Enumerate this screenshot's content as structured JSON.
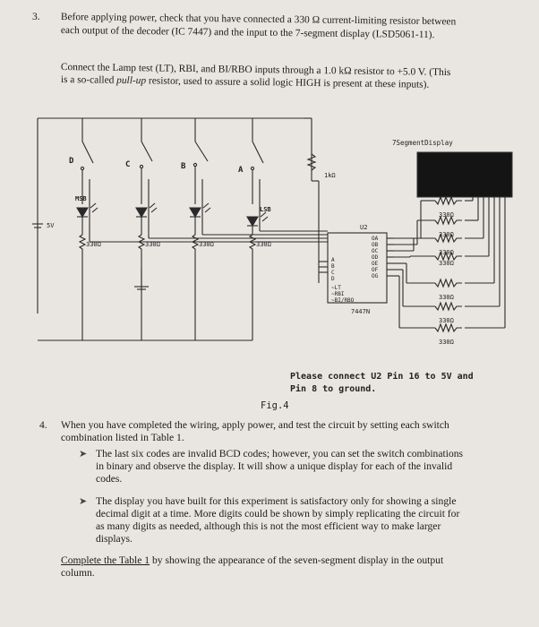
{
  "item3": {
    "number": "3.",
    "line1": "Before applying power, check that you have connected a 330 Ω current-limiting resistor between",
    "line2": "each output of the decoder (IC 7447) and the input to the 7-segment display (LSD5061-11)."
  },
  "para": {
    "line1": "Connect the Lamp test (LT), RBI, and BI/RBO inputs through a 1.0 kΩ resistor to +5.0 V. (This",
    "line2_pre": "is a so-called ",
    "line2_em": "pull-up",
    "line2_post": " resistor, used to assure a solid logic HIGH is present at these inputs)."
  },
  "figure": {
    "display_title": "7SegmentDisplay",
    "switch_labels": [
      "D",
      "C",
      "B",
      "A"
    ],
    "msb": "MSB",
    "lsb": "LSB",
    "supply": "5V",
    "pullup": "1kΩ",
    "led_resistor": "330Ω",
    "seg_resistor": "330Ω",
    "ic_name": "U2",
    "ic_part": "7447N",
    "ic_inputs": [
      "A",
      "B",
      "C",
      "D",
      "~LT",
      "~RBI",
      "~BI/RBO"
    ],
    "ic_outputs": [
      "OA",
      "OB",
      "OC",
      "OD",
      "OE",
      "OF",
      "OG"
    ],
    "note_line1": "Please connect U2 Pin 16 to 5V and",
    "note_line2": "Pin 8 to ground.",
    "caption": "Fig.4"
  },
  "item4": {
    "number": "4.",
    "line1": "When you have completed the wiring, apply power, and test the circuit by setting each switch",
    "line2": "combination listed in Table 1."
  },
  "bullets": [
    {
      "lines": [
        "The last six codes are invalid BCD codes; however, you can set the switch combinations",
        "in binary and observe the display. It will show a unique display for each of the invalid",
        "codes."
      ]
    },
    {
      "lines": [
        "The display you have built for this experiment is satisfactory only for showing a single",
        "decimal digit at a time. More digits could be shown by simply replicating the circuit for",
        "as many digits as needed, although this is not the most efficient way to make larger",
        "displays."
      ]
    }
  ],
  "closing": {
    "link": "Complete the Table 1",
    "rest": " by showing the appearance of the seven-segment display in the output",
    "line2": "column."
  }
}
